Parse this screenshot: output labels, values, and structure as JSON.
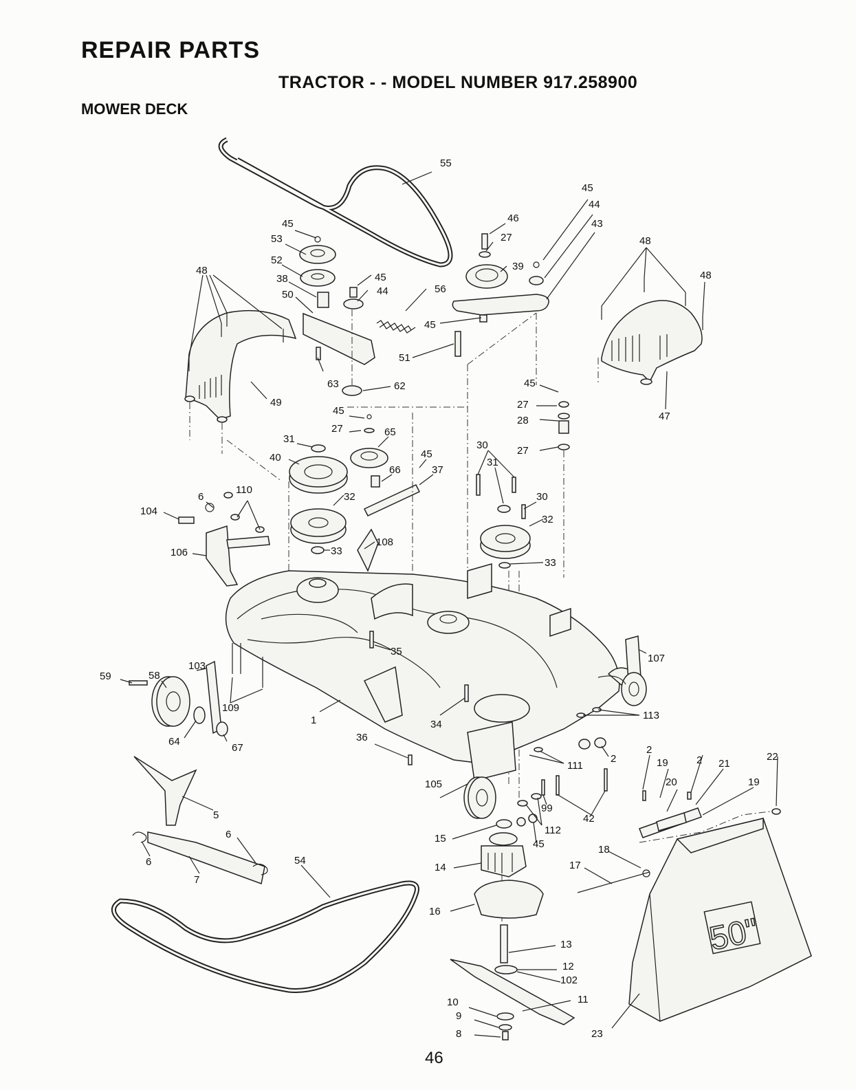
{
  "header": {
    "title": "REPAIR PARTS",
    "subtitle": "TRACTOR - - MODEL NUMBER 917.258900",
    "section": "MOWER DECK"
  },
  "callouts": {
    "c1": "1",
    "c2a": "2",
    "c2b": "2",
    "c2c": "2",
    "c5": "5",
    "c6a": "6",
    "c6b": "6",
    "c6c": "6",
    "c7": "7",
    "c8": "8",
    "c9": "9",
    "c10": "10",
    "c11": "11",
    "c12": "12",
    "c13": "13",
    "c14": "14",
    "c15": "15",
    "c16": "16",
    "c17": "17",
    "c18": "18",
    "c19a": "19",
    "c19b": "19",
    "c20": "20",
    "c21": "21",
    "c22": "22",
    "c23": "23",
    "c27a": "27",
    "c27b": "27",
    "c27c": "27",
    "c27d": "27",
    "c28": "28",
    "c30a": "30",
    "c30b": "30",
    "c31a": "31",
    "c31b": "31",
    "c32a": "32",
    "c32b": "32",
    "c33a": "33",
    "c33b": "33",
    "c34": "34",
    "c35": "35",
    "c36": "36",
    "c37": "37",
    "c38": "38",
    "c39": "39",
    "c40": "40",
    "c42": "42",
    "c43": "43",
    "c44a": "44",
    "c44b": "44",
    "c45a": "45",
    "c45b": "45",
    "c45c": "45",
    "c45d": "45",
    "c45e": "45",
    "c45f": "45",
    "c45g": "45",
    "c45h": "45",
    "c46": "46",
    "c47": "47",
    "c48a": "48",
    "c48b": "48",
    "c48c": "48",
    "c49": "49",
    "c50": "50",
    "c51": "51",
    "c52": "52",
    "c53": "53",
    "c54": "54",
    "c55": "55",
    "c56": "56",
    "c58": "58",
    "c59": "59",
    "c62": "62",
    "c63": "63",
    "c64": "64",
    "c65": "65",
    "c66": "66",
    "c67": "67",
    "c99": "99",
    "c102": "102",
    "c103": "103",
    "c104": "104",
    "c105": "105",
    "c106": "106",
    "c107": "107",
    "c108": "108",
    "c109": "109",
    "c110": "110",
    "c111": "111",
    "c112": "112",
    "c113": "113"
  },
  "bag_label": "50\"",
  "page_number": "46"
}
